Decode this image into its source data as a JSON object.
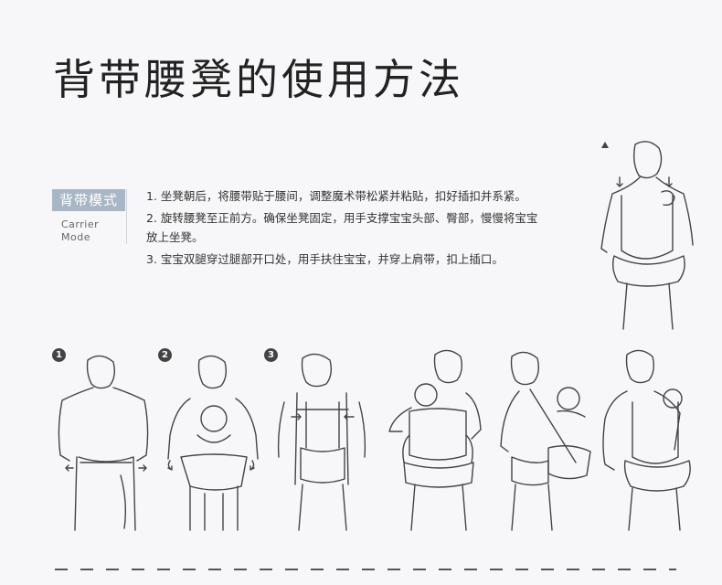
{
  "title": "背带腰凳的使用方法",
  "mode": {
    "label": "背带模式",
    "english_line1": "Carrier",
    "english_line2": "Mode"
  },
  "steps": [
    "1. 坐凳朝后，将腰带贴于腰间，调整魔术带松紧并粘贴，扣好插扣并系紧。",
    "2. 旋转腰凳至正前方。确保坐凳固定，用手支撑宝宝头部、臀部，慢慢将宝宝放上坐凳。",
    "3. 宝宝双腿穿过腿部开口处，用手扶住宝宝，并穿上肩带，扣上插口。"
  ],
  "step_numbers": [
    "1",
    "2",
    "3"
  ],
  "icons": [
    "warning-triangle-icon",
    "arrow-icon"
  ]
}
